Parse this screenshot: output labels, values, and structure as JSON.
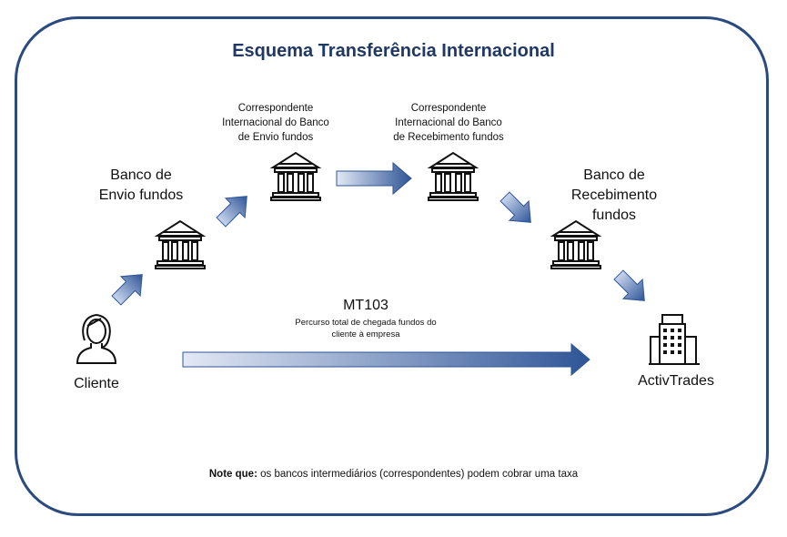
{
  "title": "Esquema Transferência Internacional",
  "nodes": {
    "client": "Cliente",
    "sending_bank": [
      "Banco de",
      "Envio fundos"
    ],
    "corr_sending": [
      "Correspondente",
      "Internacional do Banco",
      "de Envio fundos"
    ],
    "corr_receiving": [
      "Correspondente",
      "Internacional do Banco",
      "de Recebimento fundos"
    ],
    "receiving_bank": [
      "Banco de",
      "Recebimento",
      "fundos"
    ],
    "company": "ActivTrades"
  },
  "mt103": {
    "label": "MT103",
    "desc": [
      "Percurso total de chegada fundos do",
      "cliente à empresa"
    ]
  },
  "note": {
    "bold": "Note que:",
    "text": " os bancos intermediários (correspondentes) podem cobrar uma taxa"
  },
  "colors": {
    "frame": "#2b4a7e",
    "title": "#1f3864",
    "arrow_dark": "#2f5597",
    "arrow_light": "#dae3f3"
  }
}
